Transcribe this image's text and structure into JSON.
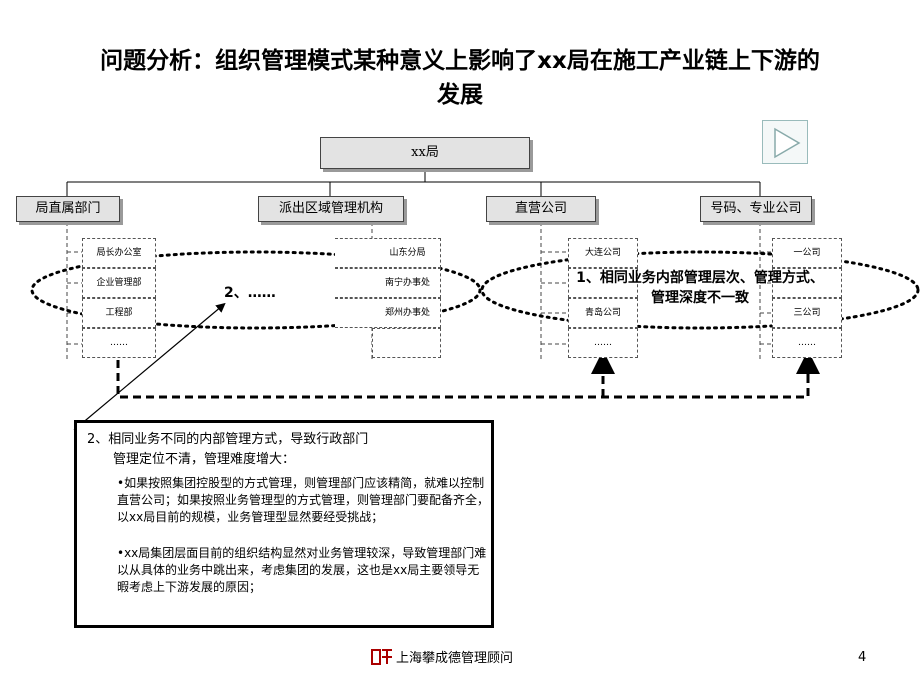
{
  "title": {
    "line1": "问题分析：组织管理模式某种意义上影响了xx局在施工产业链上下游的",
    "line2": "发展"
  },
  "top_node": "xx局",
  "branches": [
    {
      "label": "局直属部门",
      "subs": [
        "局长办公室",
        "企业管理部",
        "工程部",
        "……"
      ]
    },
    {
      "label": "派出区域管理机构",
      "subs": [
        "山东分局",
        "南宁办事处",
        "郑州办事处",
        ""
      ]
    },
    {
      "label": "直营公司",
      "subs": [
        "大连公司",
        "",
        "青岛公司",
        "……"
      ]
    },
    {
      "label": "号码、专业公司",
      "subs": [
        "一公司",
        "",
        "三公司",
        "……"
      ]
    }
  ],
  "callouts": {
    "left": "2、……",
    "right_line1": "1、相同业务内部管理层次、管理方式、",
    "right_line2": "管理深度不一致"
  },
  "note": {
    "heading1": "2、相同业务不同的内部管理方式，导致行政部门",
    "heading2": "管理定位不清，管理难度增大：",
    "bullet1": "•如果按照集团控股型的方式管理，则管理部门应该精简，就难以控制直营公司；如果按照业务管理型的方式管理，则管理部门要配备齐全，以xx局目前的规模，业务管理型显然要经受挑战；",
    "bullet2": "•xx局集团层面目前的组织结构显然对业务管理较深，导致管理部门难以从具体的业务中跳出来，考虑集团的发展，这也是xx局主要领导无暇考虑上下游发展的原因；"
  },
  "footer": {
    "company": "上海攀成德管理顾问",
    "page": "4"
  },
  "icons": [
    "play-nav-icon",
    "company-logo-icon"
  ]
}
